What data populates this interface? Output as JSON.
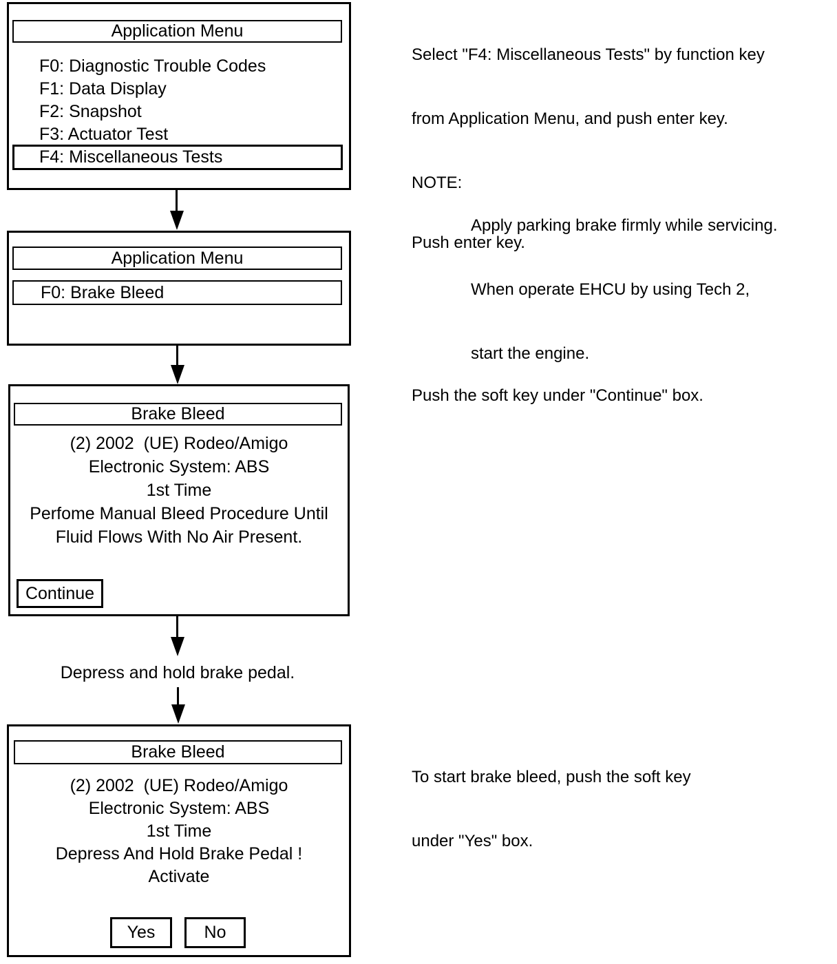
{
  "page": {
    "background": "#ffffff",
    "ink": "#000000"
  },
  "flow": {
    "screen1": {
      "title": "Application Menu",
      "items": [
        "F0: Diagnostic Trouble Codes",
        "F1: Data Display",
        "F2: Snapshot",
        "F3: Actuator Test"
      ],
      "selected": "F4: Miscellaneous Tests"
    },
    "screen2": {
      "title": "Application Menu",
      "selected": "F0: Brake Bleed"
    },
    "screen3": {
      "title": "Brake Bleed",
      "lines": [
        "(2) 2002  (UE) Rodeo/Amigo",
        "Electronic System: ABS",
        "1st Time",
        "Perfome Manual Bleed Procedure Until",
        "Fluid Flows With No Air Present."
      ],
      "button": "Continue"
    },
    "interstitial": "Depress and hold brake pedal.",
    "screen4": {
      "title": "Brake Bleed",
      "lines": [
        "(2) 2002  (UE) Rodeo/Amigo",
        "Electronic System: ABS",
        "1st Time",
        "Depress And Hold Brake Pedal !",
        "Activate"
      ],
      "yes_button": "Yes",
      "no_button": "No"
    }
  },
  "annotations": {
    "step1": {
      "line1": "Select \"F4: Miscellaneous Tests\" by function key",
      "line2": "from Application Menu, and push enter key.",
      "note_label": "NOTE:",
      "note_line1": "Apply parking brake firmly while servicing.",
      "note_line2": "When operate EHCU by using Tech 2,",
      "note_line3": "start the engine."
    },
    "step2": "Push enter key.",
    "step3": "Push the soft key under \"Continue\" box.",
    "step4_line1": "To start brake bleed, push the soft key",
    "step4_line2": "under \"Yes\" box."
  }
}
